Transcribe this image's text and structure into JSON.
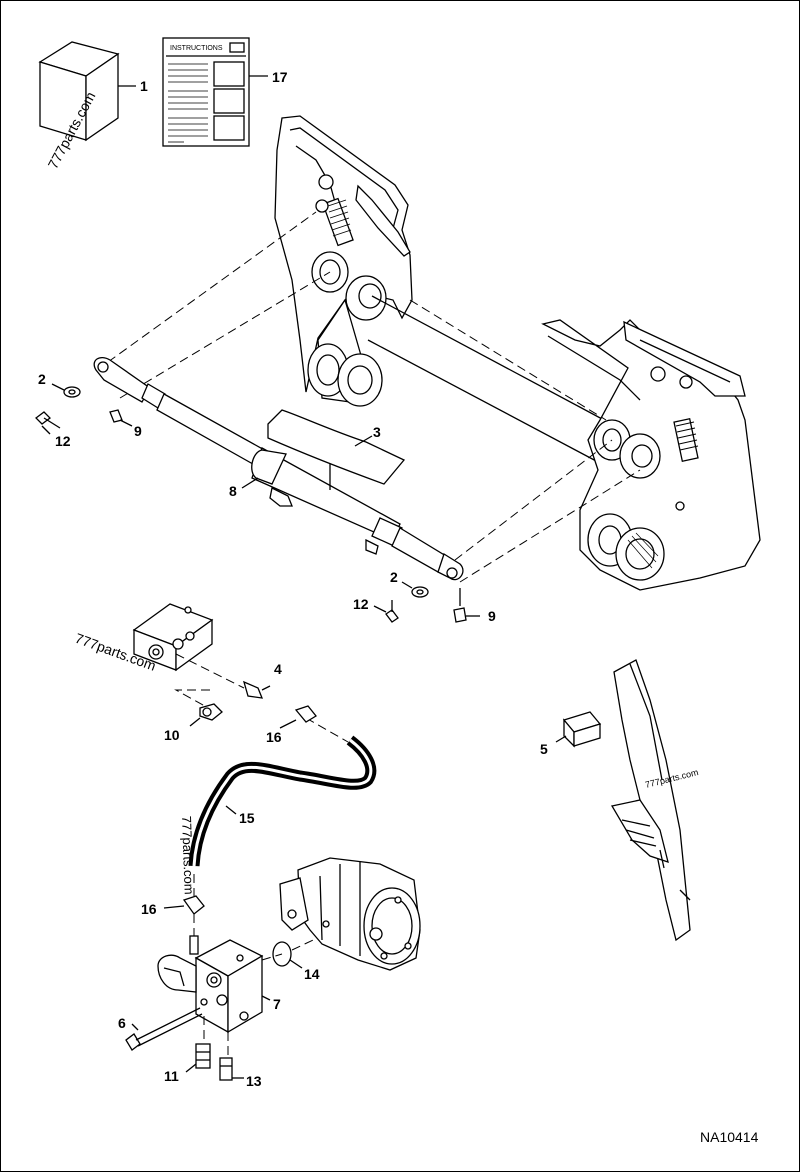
{
  "diagram": {
    "drawing_code": "NA10414",
    "watermark": "777parts.com",
    "instructions_title": "INSTRUCTIONS",
    "callouts": {
      "c1": "1",
      "c17": "17",
      "c2a": "2",
      "c12a": "12",
      "c9a": "9",
      "c3": "3",
      "c8": "8",
      "c2b": "2",
      "c12b": "12",
      "c9b": "9",
      "c4": "4",
      "c10": "10",
      "c16a": "16",
      "c15": "15",
      "c5": "5",
      "c16b": "16",
      "c14": "14",
      "c7": "7",
      "c6": "6",
      "c11": "11",
      "c13": "13"
    }
  }
}
